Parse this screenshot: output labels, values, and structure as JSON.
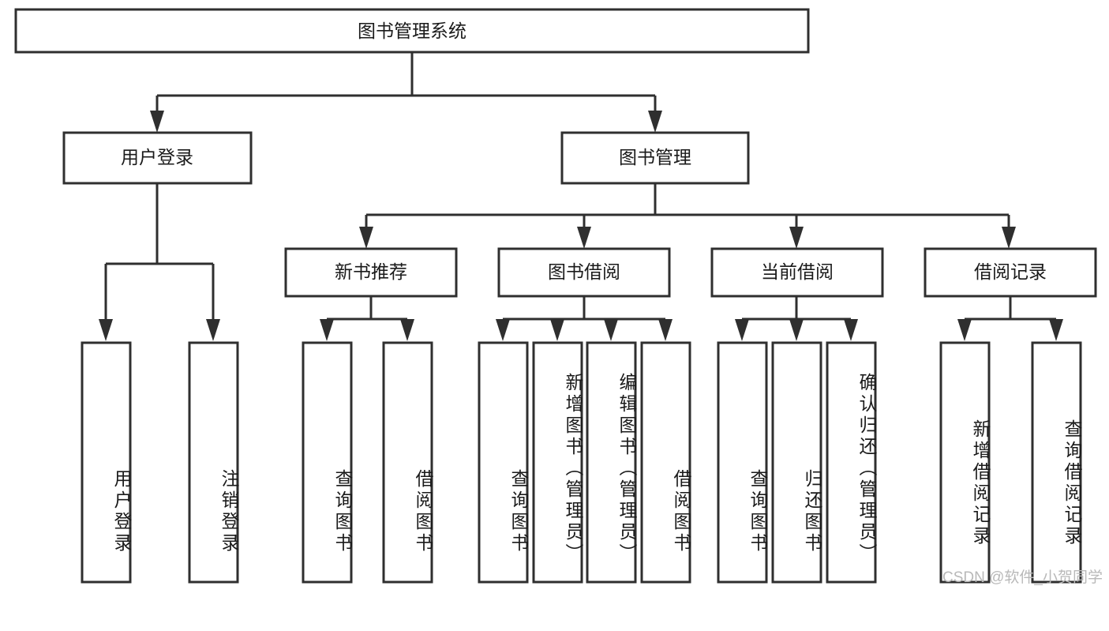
{
  "diagram": {
    "title": "图书管理系统",
    "type": "tree-hierarchy-chart",
    "colors": {
      "box_fill": "#ffffff",
      "box_stroke": "#2f2f2f",
      "text": "#1a1a1a",
      "background": "#ffffff",
      "watermark": "#b9b9b9"
    },
    "root": {
      "label": "图书管理系统"
    },
    "level2": [
      {
        "label": "用户登录"
      },
      {
        "label": "图书管理"
      }
    ],
    "level3": [
      {
        "label": "新书推荐"
      },
      {
        "label": "图书借阅"
      },
      {
        "label": "当前借阅"
      },
      {
        "label": "借阅记录"
      }
    ],
    "leaves": {
      "user_login": [
        {
          "label": "用户登录"
        },
        {
          "label": "注销登录"
        }
      ],
      "new_book_recommend": [
        {
          "label": "查询图书"
        },
        {
          "label": "借阅图书"
        }
      ],
      "book_borrow": [
        {
          "label": "查询图书"
        },
        {
          "label": "新增图书（管理员）"
        },
        {
          "label": "编辑图书（管理员）"
        },
        {
          "label": "借阅图书"
        }
      ],
      "current_borrow": [
        {
          "label": "查询图书"
        },
        {
          "label": "归还图书"
        },
        {
          "label": "确认归还（管理员）"
        }
      ],
      "borrow_record": [
        {
          "label": "新增借阅记录"
        },
        {
          "label": "查询借阅记录"
        }
      ]
    }
  },
  "watermark": {
    "text": "CSDN @软件_小贺同学"
  }
}
